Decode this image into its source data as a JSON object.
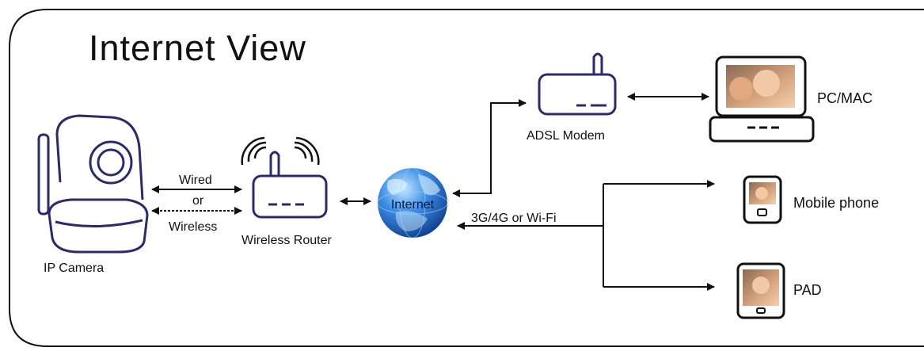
{
  "title": "Internet View",
  "labels": {
    "ip_camera": "IP Camera",
    "wired": "Wired",
    "or": "or",
    "wireless": "Wireless",
    "wireless_router": "Wireless Router",
    "internet": "Internet",
    "adsl_modem": "ADSL Modem",
    "pc_mac": "PC/MAC",
    "mobile_link": "3G/4G or Wi-Fi",
    "mobile_phone": "Mobile phone",
    "pad": "PAD"
  },
  "colors": {
    "device_outline": "#2b2a6b",
    "line": "#111111",
    "globe_ocean": "#1f6fd1",
    "globe_highlight": "#bfe6ff",
    "globe_land": "#dff2ff",
    "photo_skin": "#e8b48c",
    "photo_bg": "#caa98a"
  }
}
